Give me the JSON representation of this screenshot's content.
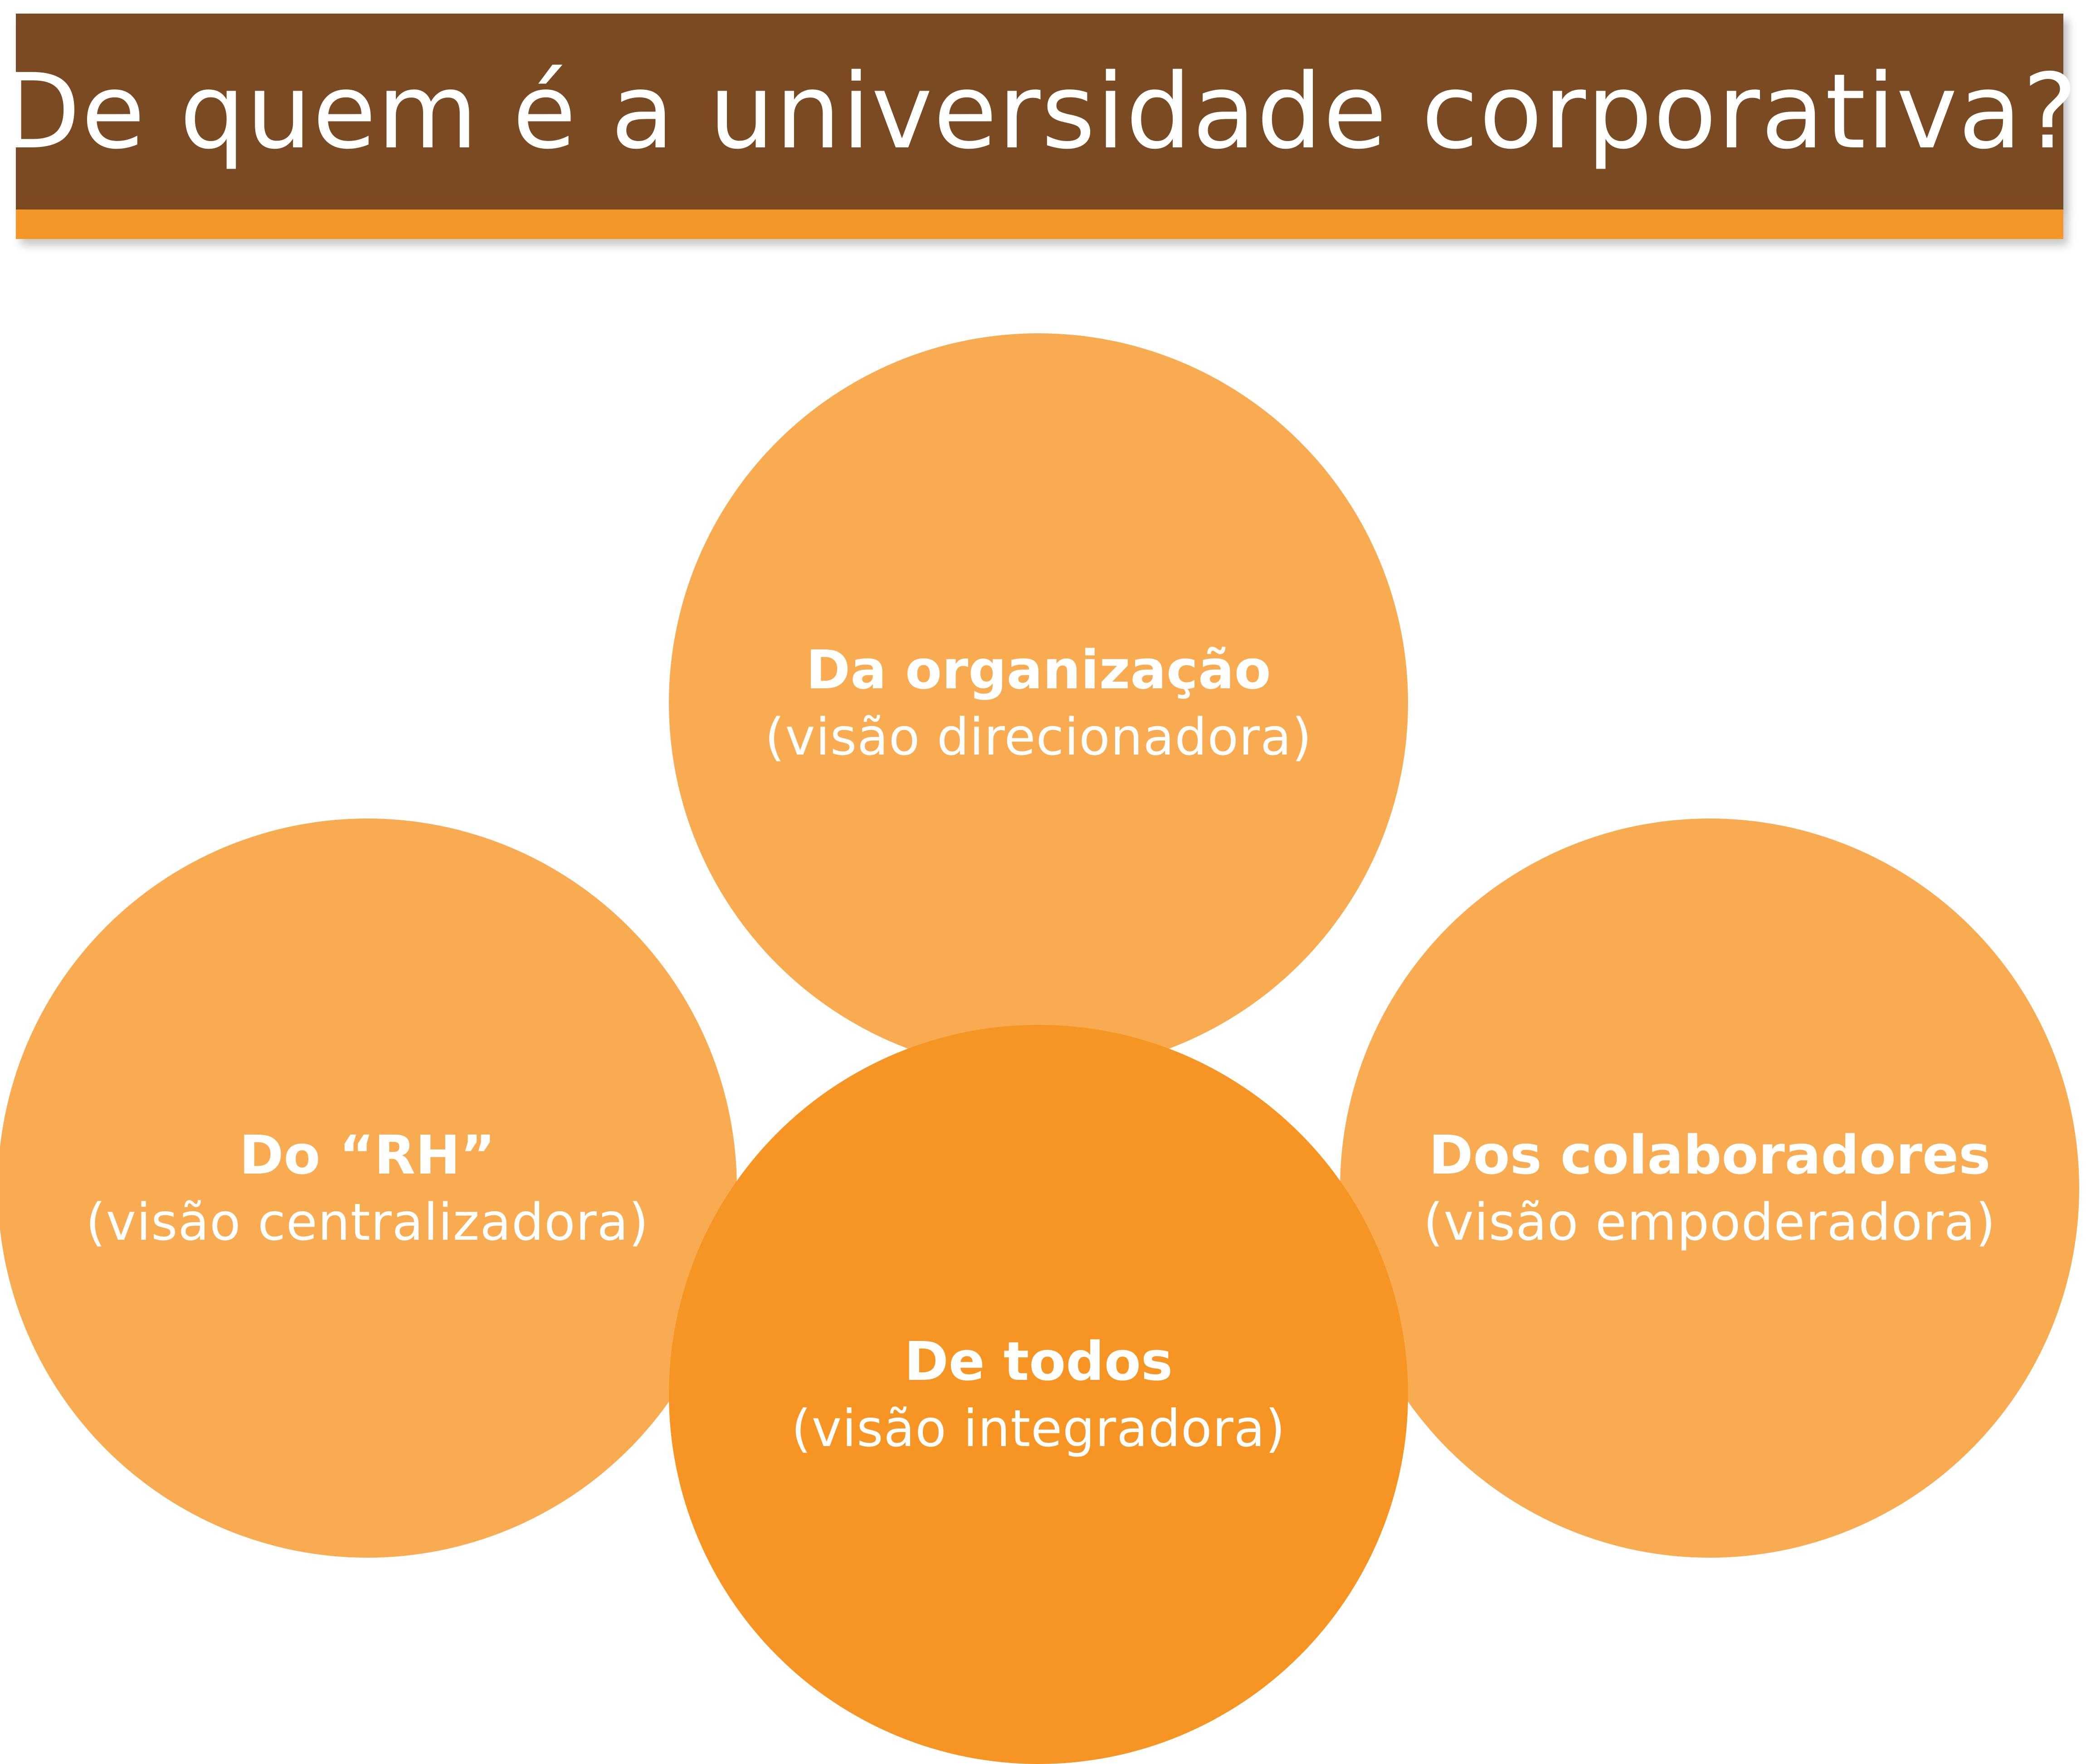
{
  "header": {
    "title": "De quem é a universidade corporativa?"
  },
  "colors": {
    "banner": "#7a4a22",
    "stripe": "#f5962a",
    "circle_light": "#f8ab50",
    "circle_dark": "#f69523",
    "text": "#ffffff"
  },
  "circles": {
    "top": {
      "title": "Da organização",
      "subtitle": "(visão direcionadora)"
    },
    "left": {
      "title": "Do “RH”",
      "subtitle": "(visão centralizadora)"
    },
    "right": {
      "title": "Dos colaboradores",
      "subtitle": "(visão empoderadora)"
    },
    "bottom": {
      "title": "De todos",
      "subtitle": "(visão integradora)"
    }
  }
}
